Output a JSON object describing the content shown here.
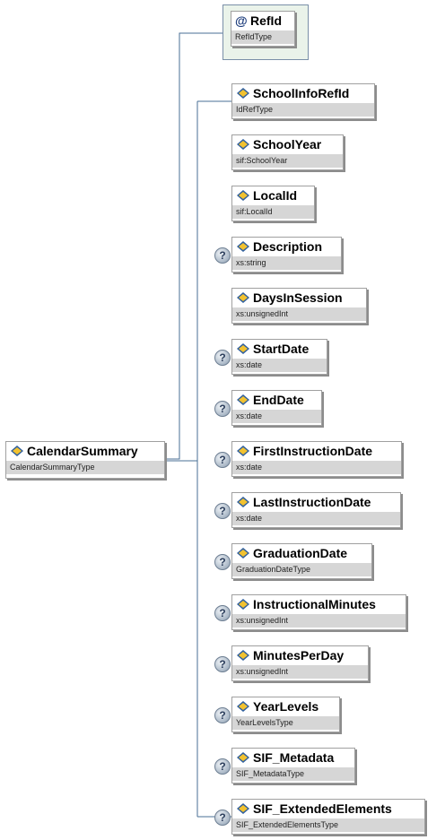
{
  "root": {
    "name": "CalendarSummary",
    "type": "CalendarSummaryType"
  },
  "attribute": {
    "name": "RefId",
    "type": "RefIdType"
  },
  "elements": [
    {
      "name": "SchoolInfoRefId",
      "type": "IdRefType",
      "optional": false
    },
    {
      "name": "SchoolYear",
      "type": "sif:SchoolYear",
      "optional": false
    },
    {
      "name": "LocalId",
      "type": "sif:LocalId",
      "optional": false
    },
    {
      "name": "Description",
      "type": "xs:string",
      "optional": true
    },
    {
      "name": "DaysInSession",
      "type": "xs:unsignedInt",
      "optional": false
    },
    {
      "name": "StartDate",
      "type": "xs:date",
      "optional": true
    },
    {
      "name": "EndDate",
      "type": "xs:date",
      "optional": true
    },
    {
      "name": "FirstInstructionDate",
      "type": "xs:date",
      "optional": true
    },
    {
      "name": "LastInstructionDate",
      "type": "xs:date",
      "optional": true
    },
    {
      "name": "GraduationDate",
      "type": "GraduationDateType",
      "optional": true
    },
    {
      "name": "InstructionalMinutes",
      "type": "xs:unsignedInt",
      "optional": true
    },
    {
      "name": "MinutesPerDay",
      "type": "xs:unsignedInt",
      "optional": true
    },
    {
      "name": "YearLevels",
      "type": "YearLevelsType",
      "optional": true
    },
    {
      "name": "SIF_Metadata",
      "type": "SIF_MetadataType",
      "optional": true
    },
    {
      "name": "SIF_ExtendedElements",
      "type": "SIF_ExtendedElementsType",
      "optional": true
    }
  ],
  "icons": {
    "element": "element-icon",
    "attribute": "attribute-icon",
    "optional": "optional-question-icon"
  },
  "colors": {
    "connector": "#4a6f96",
    "type_bar": "#d6d6d6",
    "attribute_bg": "#eaf3ea"
  }
}
